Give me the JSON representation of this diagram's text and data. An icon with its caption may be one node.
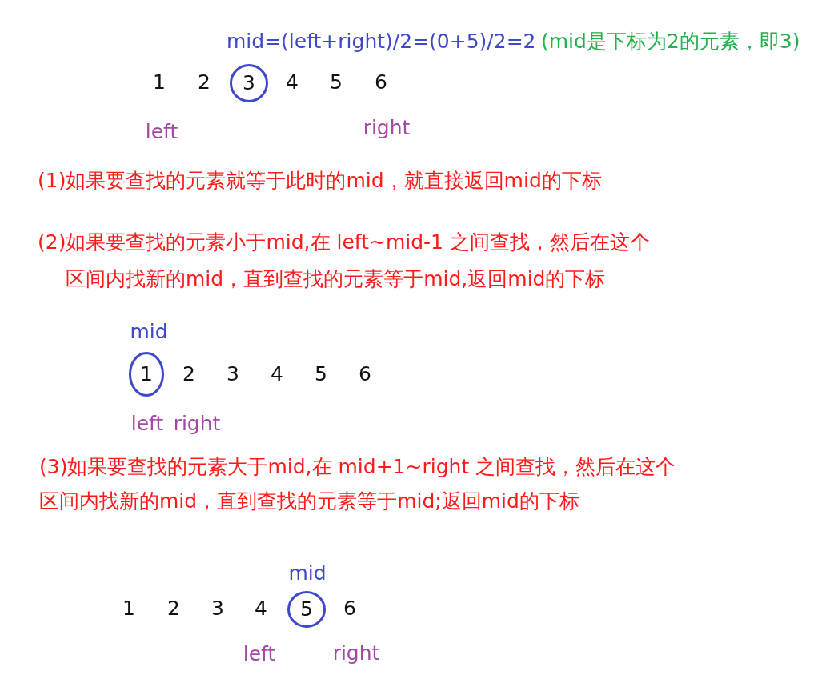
{
  "diagram": {
    "nodes": [
      {
        "text": [
          "3"
        ]
      },
      {
        "text": [
          "1"
        ],
        "beside": [
          "mid"
        ]
      },
      {
        "text": [
          "5"
        ],
        "beside": [
          "mid"
        ]
      }
    ],
    "labels": [
      "mid=(left+right)/2=(0+5)/2=2",
      "(mid是下标为2的元素，即3)",
      "1",
      "2",
      "4",
      "5",
      "6",
      "left",
      "right",
      "(1)如果要查找的元素就等于此时的mid，就直接返回mid的下标",
      "(2)如果要查找的元素小于mid,在 left~mid-1 之间查找，然后在这个区间内找新的mid，直到查找的元素等于mid,返回mid的下标",
      "2",
      "3",
      "4",
      "5",
      "6",
      "left",
      "right",
      "(3)如果要查找的元素大于mid,在 mid+1~right 之间查找，然后在这个区间内找新的mid，直到查找的元素等于mid;返回mid的下标",
      "1",
      "2",
      "3",
      "4",
      "6",
      "left",
      "right"
    ]
  }
}
